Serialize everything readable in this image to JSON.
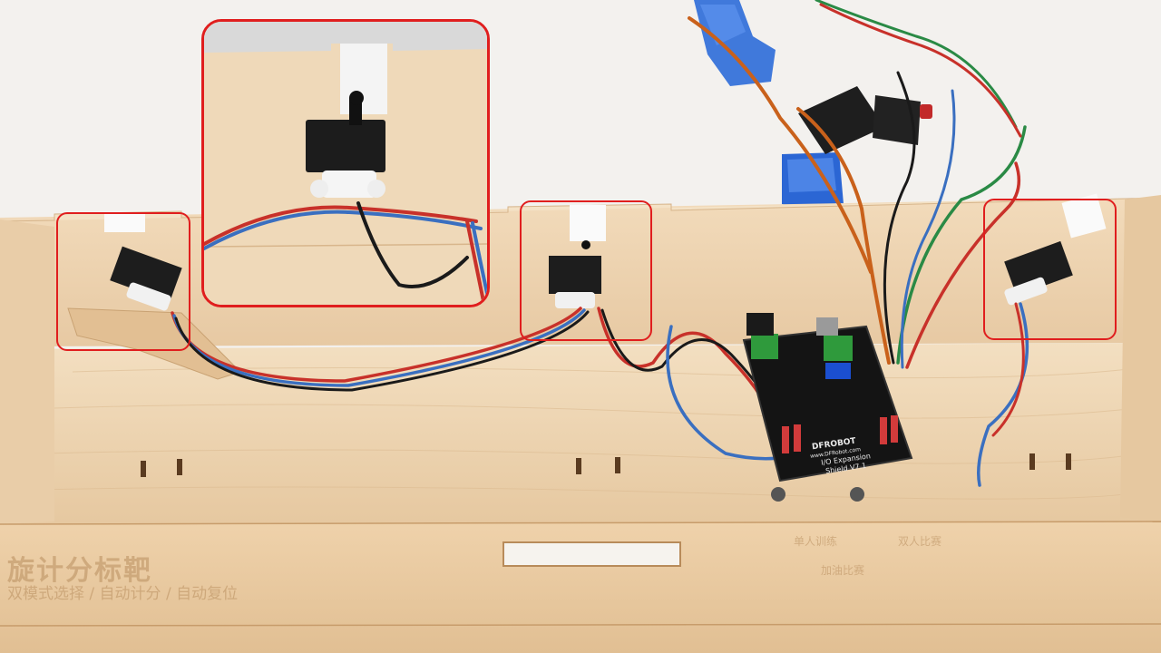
{
  "board": {
    "brand": "DFROBOT",
    "url": "www.DFRobot.com",
    "model_line1": "I/O Expansion",
    "model_line2": "Shield V7.1"
  },
  "engraving": {
    "left_title": "旋计分标靶",
    "left_subtitle": "双模式选择 / 自动计分 / 自动复位",
    "right_top_a": "单人训练",
    "right_top_b": "双人比赛",
    "right_bottom": "加油比赛"
  },
  "callouts": [
    {
      "name": "left-switch"
    },
    {
      "name": "center-switch"
    },
    {
      "name": "right-switch"
    }
  ],
  "colors": {
    "highlight": "#e01e1e",
    "wood": "#e8cba4",
    "wire_red": "#c8312a",
    "wire_blue": "#3a6fc0",
    "wire_black": "#1a1a1a"
  }
}
